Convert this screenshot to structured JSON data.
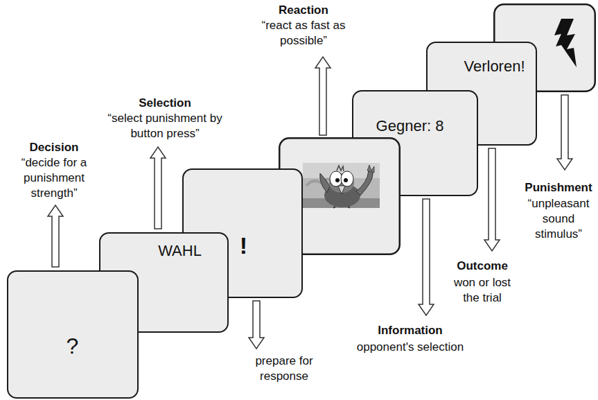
{
  "diagram": {
    "nodes": [
      {
        "text": [
          "?"
        ]
      },
      {
        "text": [
          "WAHL"
        ]
      },
      {
        "text": [
          "!"
        ]
      },
      {
        "text": [
          "Gegner: 8"
        ]
      },
      {
        "text": [
          "Verloren!"
        ]
      }
    ],
    "labels": [
      "Decision",
      "“decide for a punishment strength”",
      "Selection",
      "“select punishment by button press”",
      "Reaction",
      "“react as fast as possible”",
      "prepare for response",
      "Information",
      "opponent's selection",
      "Outcome",
      "won or lost the trial",
      "Punishment",
      "“unpleasant sound stimulus”"
    ]
  }
}
